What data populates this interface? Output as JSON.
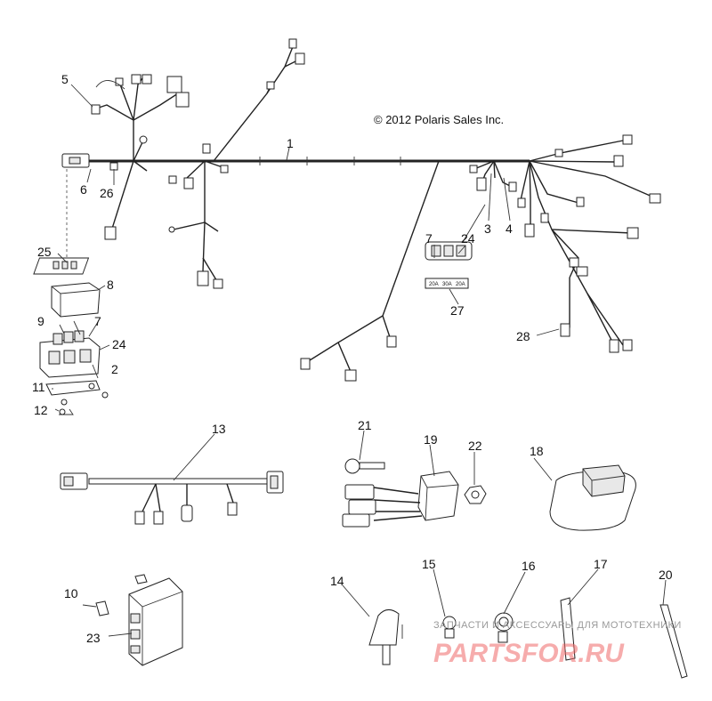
{
  "copyright": "© 2012 Polaris Sales Inc.",
  "fuse_labels": [
    "20A",
    "30A",
    "20A"
  ],
  "callouts": [
    "1",
    "2",
    "3",
    "4",
    "5",
    "6",
    "7",
    "7",
    "8",
    "9",
    "10",
    "11",
    "12",
    "13",
    "14",
    "15",
    "16",
    "17",
    "18",
    "19",
    "20",
    "21",
    "22",
    "23",
    "24",
    "24",
    "25",
    "26",
    "27",
    "28"
  ],
  "watermark": {
    "tagline": "ЗАПЧАСТИ И АКСЕССУАРЫ ДЛЯ МОТОТЕХНИКИ",
    "brand": "PARTSFOR.RU"
  }
}
